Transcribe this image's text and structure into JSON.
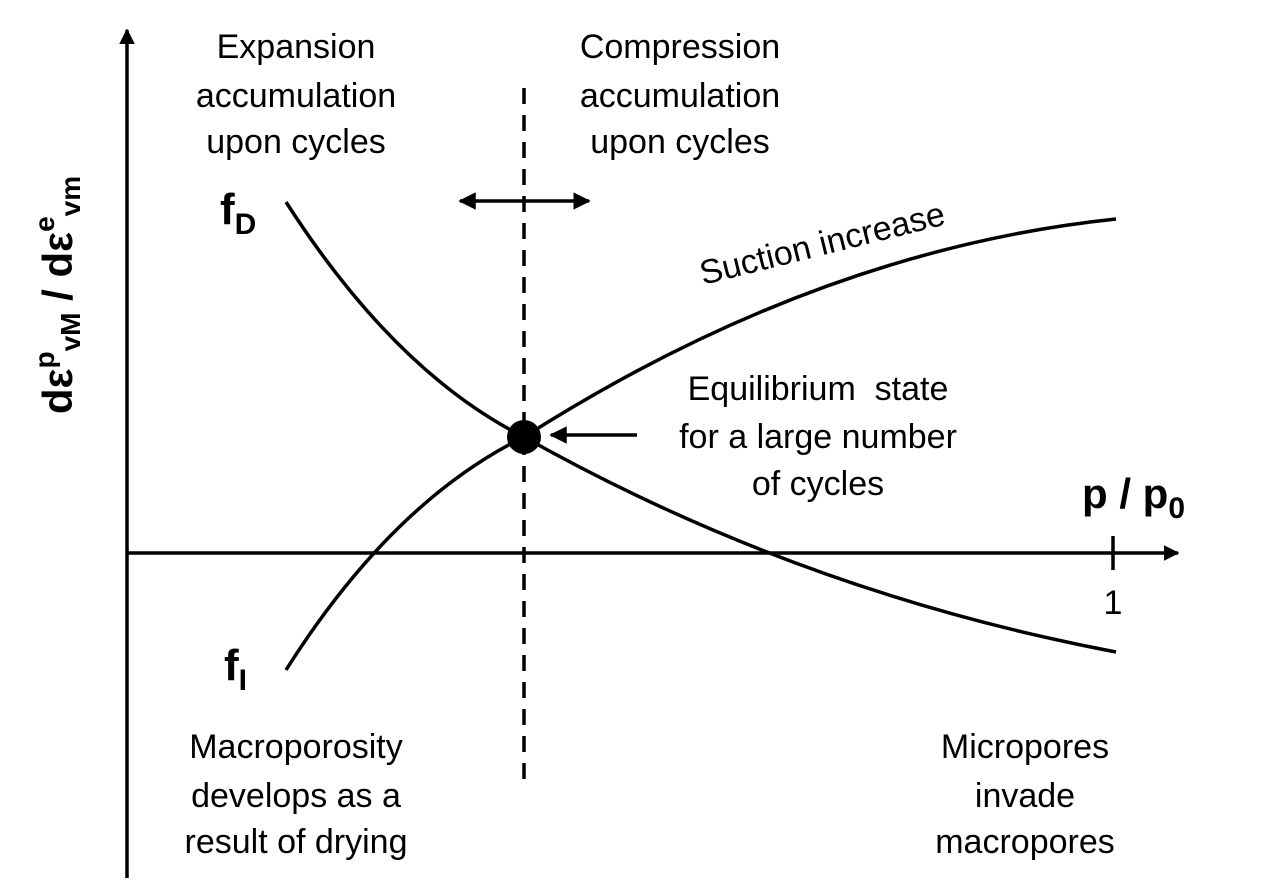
{
  "axes": {
    "y_label": {
      "base": "dε",
      "sup1": "p",
      "sub1": "vM",
      "mid": " / dε",
      "sup2": "e",
      "sub2": "vm"
    },
    "x_label": {
      "base": "p / p",
      "sub": "0"
    },
    "x_tick": "1"
  },
  "curves": {
    "fD": {
      "base": "f",
      "sub": "D"
    },
    "fI": {
      "base": "f",
      "sub": "I"
    }
  },
  "regions": {
    "expansion": [
      "Expansion",
      "accumulation",
      "upon cycles"
    ],
    "compression": [
      "Compression",
      "accumulation",
      "upon cycles"
    ]
  },
  "annotations": {
    "suction": "Suction increase",
    "equilibrium": [
      "Equilibrium  state",
      "for a large number",
      "of cycles"
    ],
    "macroporosity": [
      "Macroporosity",
      "develops as a",
      "result of drying"
    ],
    "micropores": [
      "Micropores",
      "invade",
      "macropores"
    ]
  },
  "colors": {
    "stroke": "#000000",
    "background": "#ffffff"
  }
}
